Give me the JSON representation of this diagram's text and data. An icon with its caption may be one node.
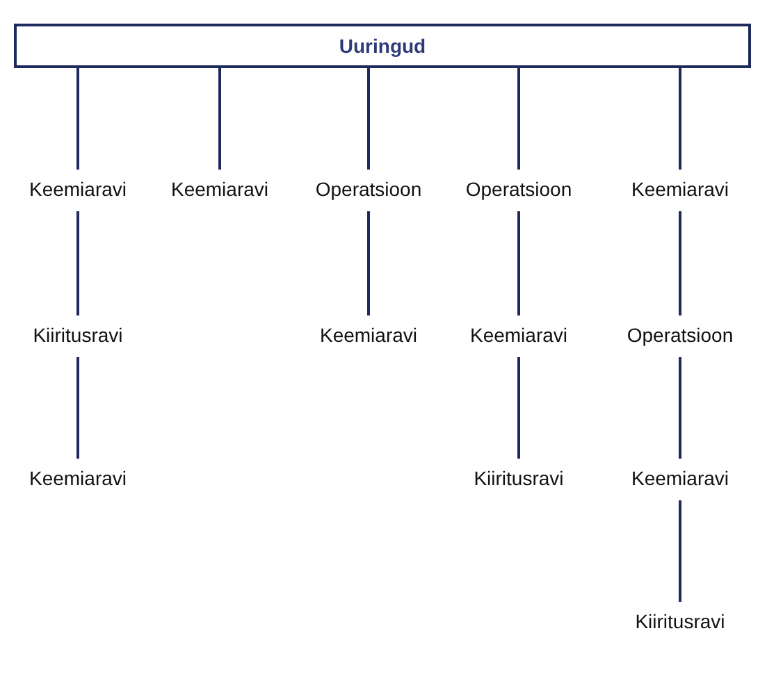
{
  "diagram": {
    "nodes": [
      {
        "text": [
          "Uuringud"
        ]
      },
      {
        "text": [
          "Keemiaravi"
        ]
      },
      {
        "text": [
          "Keemiaravi"
        ]
      },
      {
        "text": [
          "Operatsioon"
        ]
      },
      {
        "text": [
          "Operatsioon"
        ]
      },
      {
        "text": [
          "Keemiaravi"
        ]
      },
      {
        "text": [
          "Kiiritusravi"
        ]
      },
      {
        "text": [
          "Keemiaravi"
        ]
      },
      {
        "text": [
          "Keemiaravi"
        ]
      },
      {
        "text": [
          "Operatsioon"
        ]
      },
      {
        "text": [
          "Keemiaravi"
        ]
      },
      {
        "text": [
          "Kiiritusravi"
        ]
      },
      {
        "text": [
          "Keemiaravi"
        ]
      },
      {
        "text": [
          "Kiiritusravi"
        ]
      }
    ],
    "edges": [
      {
        "from": 0,
        "to": 1,
        "arrow": "none"
      },
      {
        "from": 0,
        "to": 2,
        "arrow": "none"
      },
      {
        "from": 0,
        "to": 3,
        "arrow": "none"
      },
      {
        "from": 0,
        "to": 4,
        "arrow": "none"
      },
      {
        "from": 0,
        "to": 5,
        "arrow": "none"
      },
      {
        "from": 1,
        "to": 6,
        "arrow": "none"
      },
      {
        "from": 6,
        "to": 10,
        "arrow": "none"
      },
      {
        "from": 3,
        "to": 7,
        "arrow": "none"
      },
      {
        "from": 4,
        "to": 8,
        "arrow": "none"
      },
      {
        "from": 8,
        "to": 11,
        "arrow": "none"
      },
      {
        "from": 5,
        "to": 9,
        "arrow": "none"
      },
      {
        "from": 9,
        "to": 12,
        "arrow": "none"
      },
      {
        "from": 12,
        "to": 13,
        "arrow": "none"
      }
    ]
  }
}
